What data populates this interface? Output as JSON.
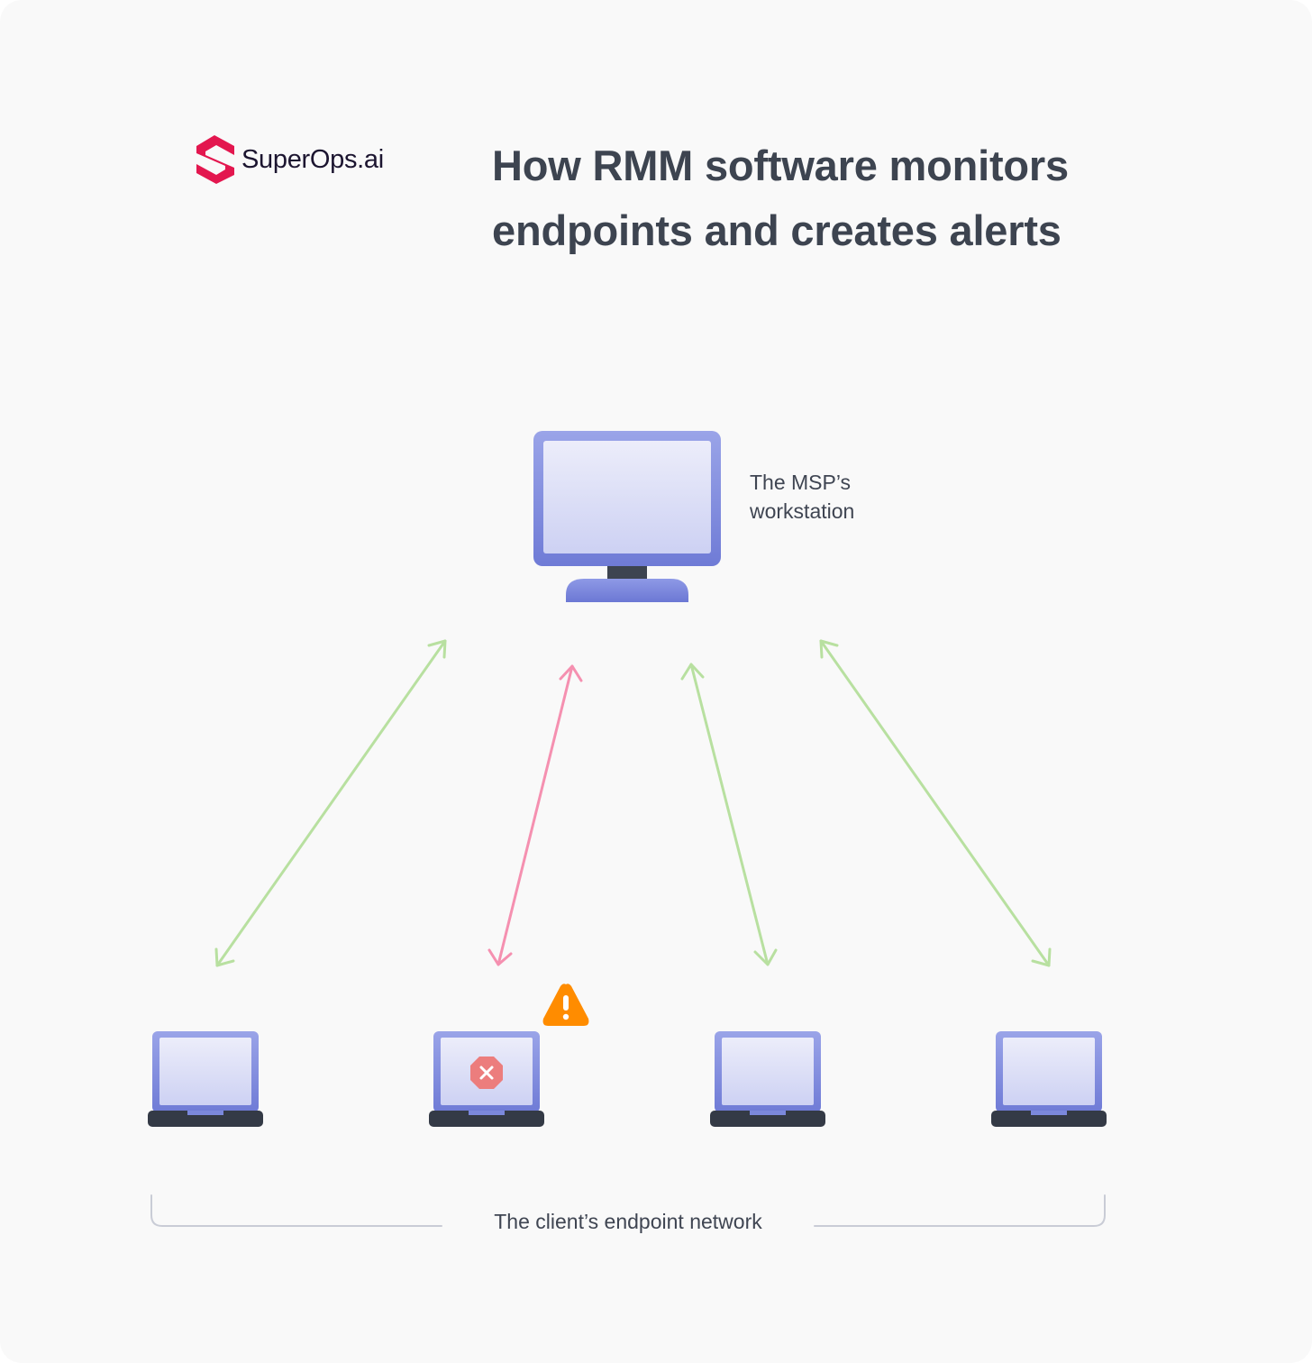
{
  "brand": {
    "name": "SuperOps.ai",
    "logo_color": "#e3174f"
  },
  "title": {
    "line1": "How RMM software monitors",
    "line2": "endpoints and creates alerts"
  },
  "workstation": {
    "label_line1": "The MSP’s",
    "label_line2": "workstation",
    "icon": "desktop-monitor-icon"
  },
  "network": {
    "label": "The client’s endpoint network",
    "endpoints": [
      {
        "icon": "laptop-icon",
        "status": "ok",
        "link_color": "#b8e0a0"
      },
      {
        "icon": "laptop-icon",
        "status": "error",
        "alert_icon": "warning-triangle-icon",
        "error_icon": "stop-x-icon",
        "link_color": "#f590b0"
      },
      {
        "icon": "laptop-icon",
        "status": "ok",
        "link_color": "#b8e0a0"
      },
      {
        "icon": "laptop-icon",
        "status": "ok",
        "link_color": "#b8e0a0"
      }
    ]
  },
  "colors": {
    "ok_link": "#b8e0a0",
    "alert_link": "#f590b0",
    "warning": "#ff8c00",
    "error": "#ec7d7d",
    "device": "#7b88dc"
  }
}
